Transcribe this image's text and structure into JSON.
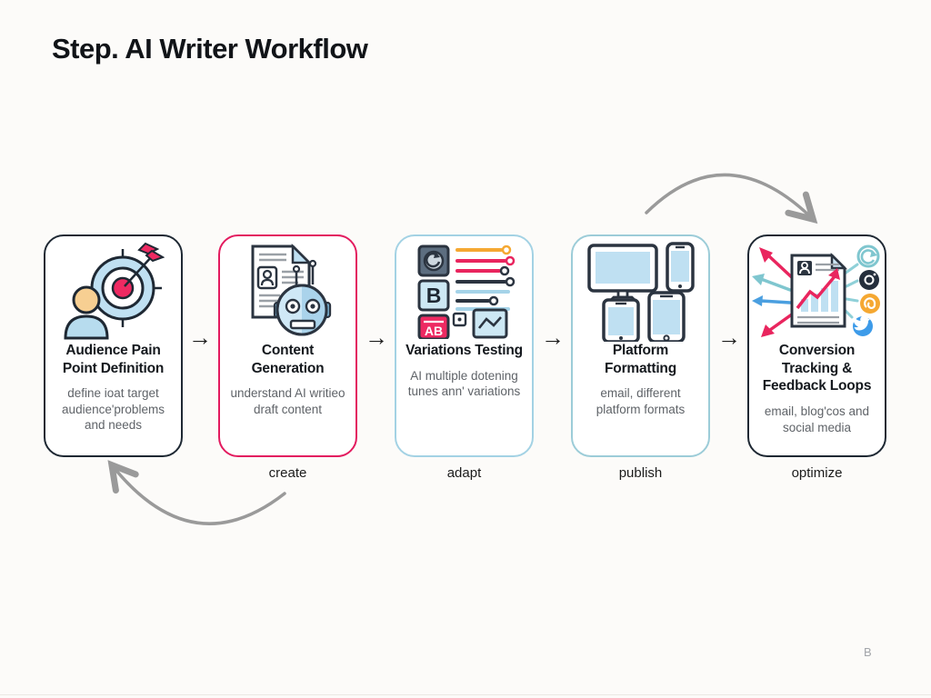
{
  "page": {
    "title": "Step. AI Writer Workflow",
    "footnote": "B",
    "colors": {
      "background": "#fcfbf9",
      "card_border_dark": "#1e2833",
      "card_border_pink": "#e31b5f",
      "card_border_blue": "#a3d2e4",
      "accent_pink": "#ee2a62",
      "accent_light_blue": "#bfe0f2",
      "accent_orange": "#f5a832",
      "loop_arrow_gray": "#9a9a9a"
    }
  },
  "workflow": {
    "connector_arrow": "→",
    "steps": [
      {
        "title": "Audience Pain Point Definition",
        "description": "define ioat target audience'problems and needs",
        "stage_label": "",
        "icon": "target-audience-icon"
      },
      {
        "title": "Content Generation",
        "description": "understand AI writieo draft content",
        "stage_label": "create",
        "icon": "document-robot-icon"
      },
      {
        "title": "Variations Testing",
        "description": "AI multiple dotening tunes ann' variations",
        "stage_label": "adapt",
        "icon": "ab-testing-icon"
      },
      {
        "title": "Platform Formatting",
        "description": "email, different platform formats",
        "stage_label": "publish",
        "icon": "devices-icon"
      },
      {
        "title": "Conversion Tracking & Feedback Loops",
        "description": "email, blog'cos and social media",
        "stage_label": "optimize",
        "icon": "analytics-share-icon"
      }
    ]
  }
}
